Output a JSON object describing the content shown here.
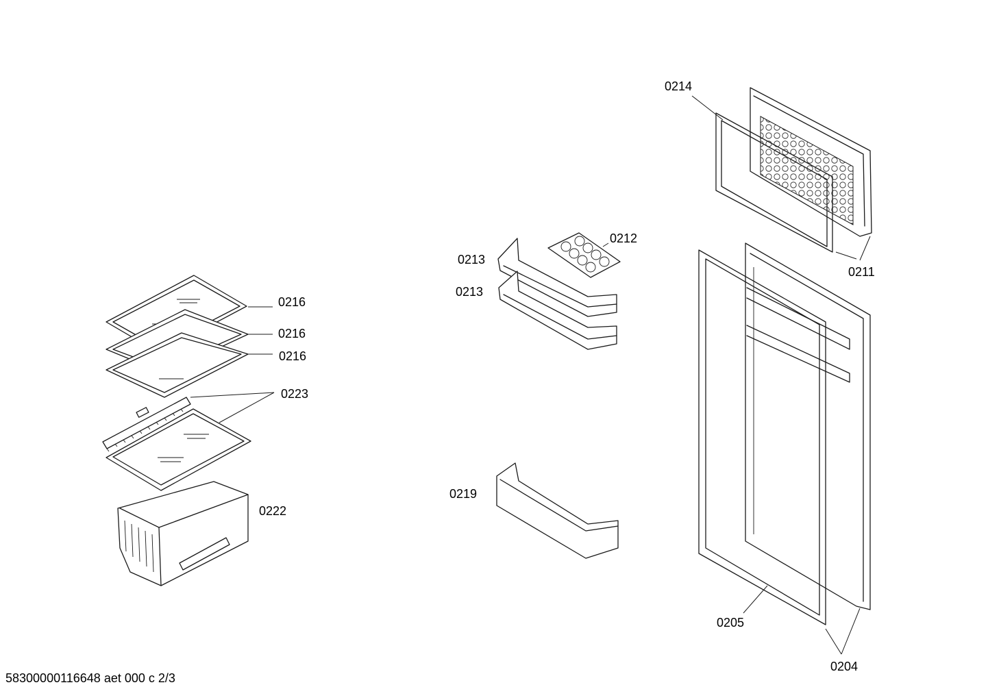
{
  "diagram": {
    "labels": {
      "l0214": "0214",
      "l0211": "0211",
      "l0212": "0212",
      "l0213a": "0213",
      "l0213b": "0213",
      "l0216a": "0216",
      "l0216b": "0216",
      "l0216c": "0216",
      "l0223": "0223",
      "l0222": "0222",
      "l0219": "0219",
      "l0205": "0205",
      "l0204": "0204"
    },
    "footer": "58300000116648 aet 000 c 2/3"
  }
}
